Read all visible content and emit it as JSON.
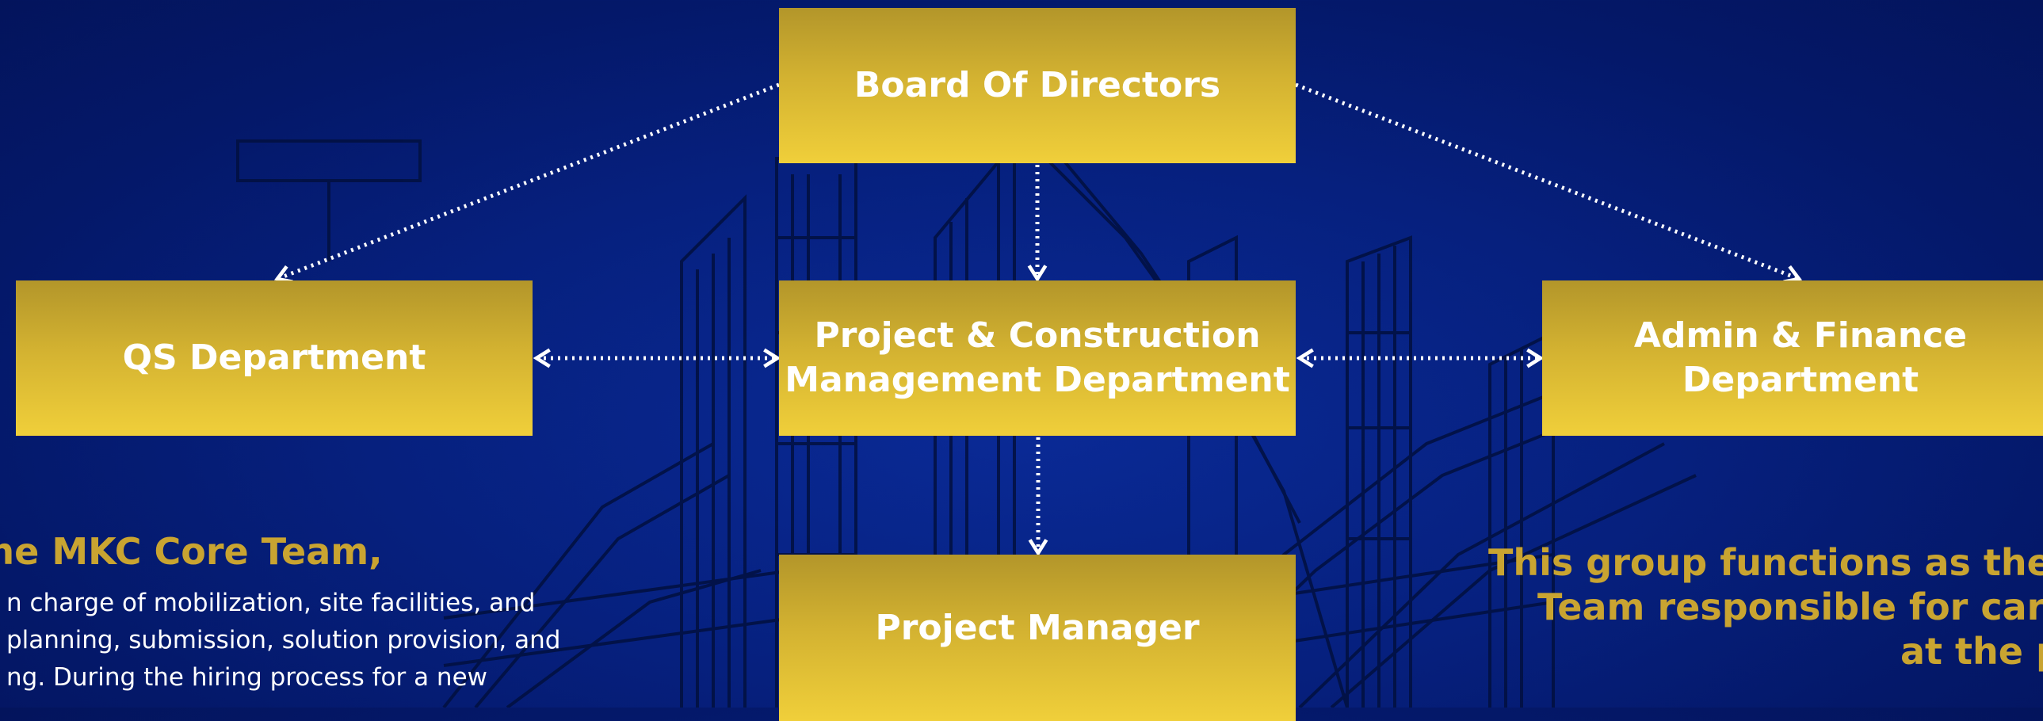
{
  "colors": {
    "background": "#06207e",
    "box_fill_top": "#b3962a",
    "box_fill_bottom": "#f0cf3a",
    "box_text": "#ffffff",
    "accent_text": "#c9a431",
    "connector": "#ffffff"
  },
  "boxes": {
    "board": {
      "label": "Board Of Directors"
    },
    "qs": {
      "label": "QS Department"
    },
    "pcm": {
      "line1": "Project & Construction",
      "line2": "Management Department"
    },
    "admin": {
      "line1": "Admin & Finance",
      "line2": "Department"
    },
    "pm": {
      "label": "Project Manager"
    }
  },
  "connectors": [
    {
      "from": "board",
      "to": "qs",
      "style": "dotted",
      "arrow": "end"
    },
    {
      "from": "board",
      "to": "pcm",
      "style": "dotted",
      "arrow": "end"
    },
    {
      "from": "board",
      "to": "admin",
      "style": "dotted",
      "arrow": "end"
    },
    {
      "from": "qs",
      "to": "pcm",
      "style": "dotted",
      "arrow": "both"
    },
    {
      "from": "pcm",
      "to": "admin",
      "style": "dotted",
      "arrow": "both"
    },
    {
      "from": "pcm",
      "to": "pm",
      "style": "dotted",
      "arrow": "end"
    }
  ],
  "left_text": {
    "title": "s the MKC Core Team,",
    "line1": "n charge of mobilization, site facilities, and",
    "line2": "planning, submission, solution provision, and",
    "line3": "ng. During the hiring process for a new"
  },
  "right_text": {
    "line1": "This group functions as the C",
    "line2": "Team responsible for carryi",
    "line3": "at the p"
  }
}
